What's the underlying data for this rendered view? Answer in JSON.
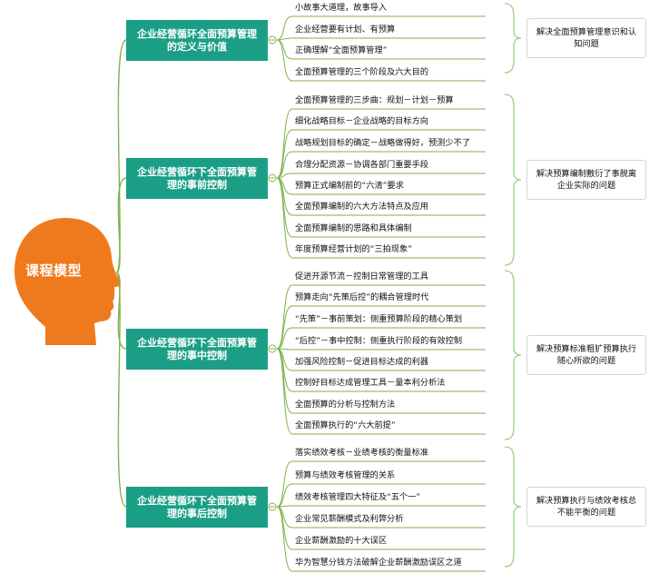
{
  "root": "课程模型",
  "sections": [
    {
      "title": "企业经营循环全面预算管理的定义与价值",
      "items": [
        "小故事大道理，故事导入",
        "企业经营要有计划、有预算",
        "正确理解“全面预算管理”",
        "全面预算管理的三个阶段及六大目的"
      ],
      "goal": "解决全面预算管理意识和认知问题"
    },
    {
      "title": "企业经营循环下全面预算管理的事前控制",
      "items": [
        "全面预算管理的三步曲：规划－计划－预算",
        "细化战略目标－企业战略的目标方向",
        "战略规划目标的确定－战略做得好，预测少不了",
        "合理分配资源－协调各部门重要手段",
        "预算正式编制前的“六清”要求",
        "全面预算编制的六大方法特点及应用",
        "全面预算编制的思路和具体编制",
        "年度预算经营计划的“三拍现象”"
      ],
      "goal": "解决预算编制敷衍了事脱离企业实际的问题"
    },
    {
      "title": "企业经营循环下全面预算管理的事中控制",
      "items": [
        "促进开源节流－控制日常管理的工具",
        "预算走向“先策后控”的耦合管理时代",
        "“先策”－事前策划：侧重预算阶段的精心策划",
        "“后控”－事中控制：侧重执行阶段的有效控制",
        "加强风险控制－促进目标达成的利器",
        "控制好目标达成管理工具－量本利分析法",
        "全面预算的分析与控制方法",
        "全面预算执行的“六大前提”"
      ],
      "goal": "解决预算标准粗犷预算执行随心所欲的问题"
    },
    {
      "title": "企业经营循环下全面预算管理的事后控制",
      "items": [
        "落实绩效考核－业绩考核的衡量标准",
        "预算与绩效考核管理的关系",
        "绩效考核管理四大特征及“五个一”",
        "企业常见薪酬模式及利弊分析",
        "企业薪酬激励的十大误区",
        "华为智慧分钱方法破解企业薪酬激励误区之道"
      ],
      "goal": "解决预算执行与绩效考核总不能平衡的问题"
    }
  ],
  "colors": {
    "head": "#ef7a1d",
    "section": "#1a9f86",
    "line": "#7fb24a",
    "brace": "#9ccf7a"
  }
}
